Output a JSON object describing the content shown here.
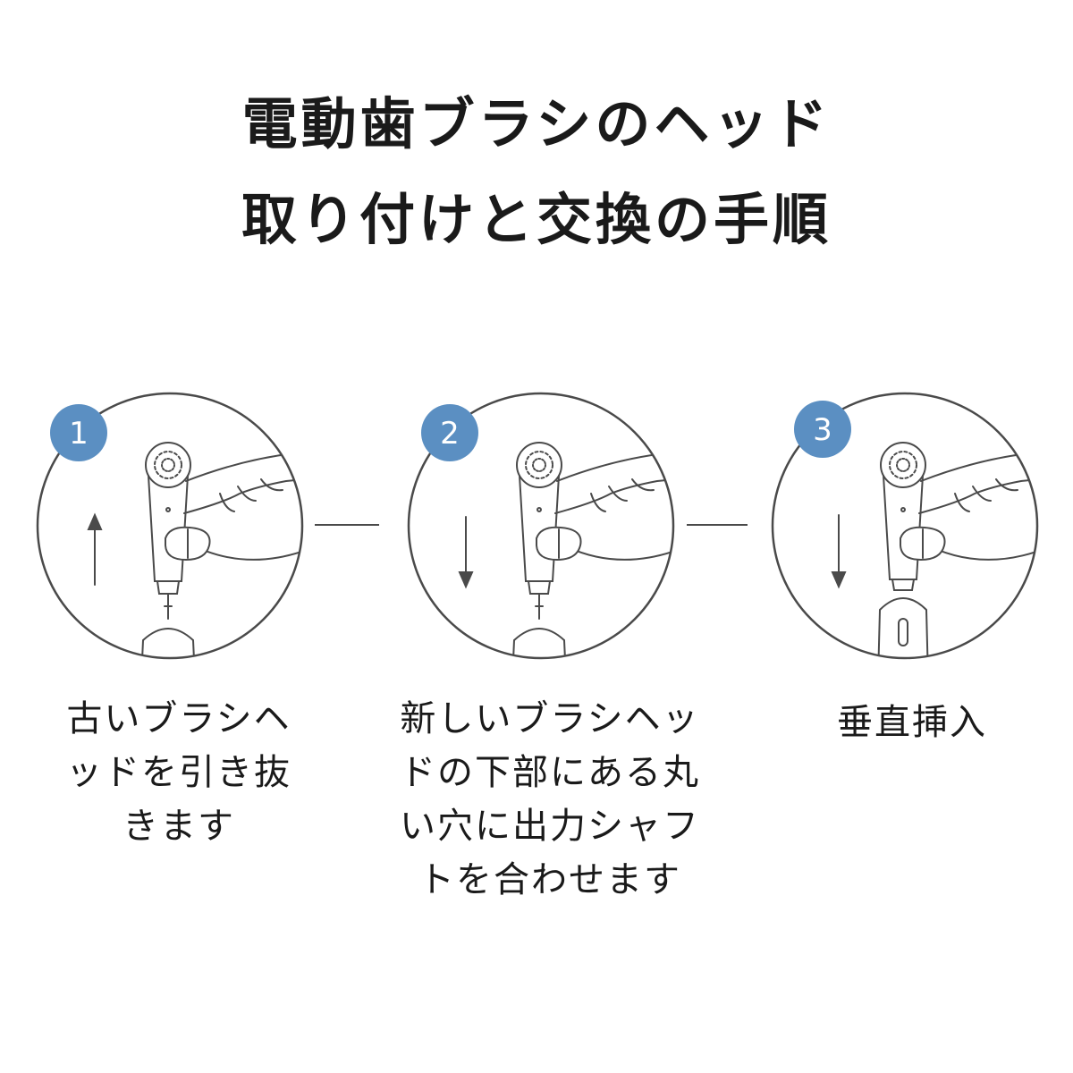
{
  "title": {
    "line1": "電動歯ブラシのヘッド",
    "line2": "取り付けと交換の手順"
  },
  "colors": {
    "badge": "#5b8fc2",
    "line": "#4a4a4a"
  },
  "steps": [
    {
      "number": "1",
      "arrow": "up",
      "caption": [
        "古いブラシヘ",
        "ッドを引き抜",
        "きます"
      ]
    },
    {
      "number": "2",
      "arrow": "down",
      "caption": [
        "新しいブラシヘッ",
        "ドの下部にある丸",
        "い穴に出力シャフ",
        "トを合わせます"
      ]
    },
    {
      "number": "3",
      "arrow": "down",
      "caption": [
        "垂直挿入"
      ]
    }
  ]
}
